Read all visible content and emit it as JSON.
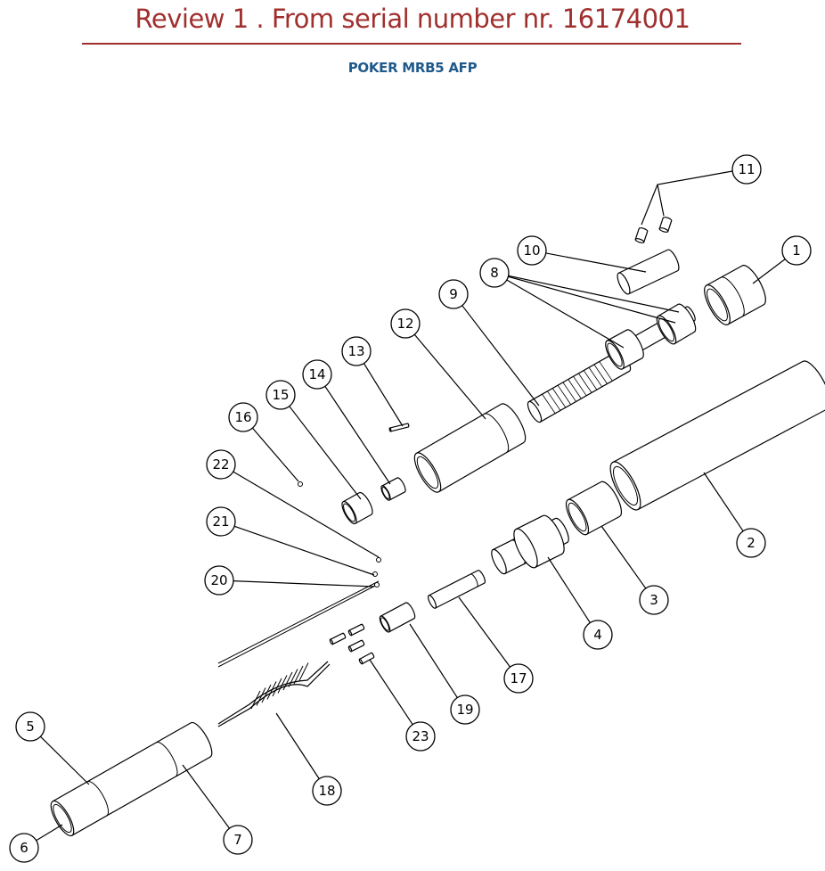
{
  "header": {
    "title": "Review 1 . From serial number nr. 16174001",
    "subtitle": "POKER MRB5 AFP"
  },
  "colors": {
    "title": "#a0302e",
    "subtitle": "#1f5a8c"
  },
  "callouts": [
    "1",
    "2",
    "3",
    "4",
    "5",
    "6",
    "7",
    "8",
    "9",
    "10",
    "11",
    "12",
    "13",
    "14",
    "15",
    "16",
    "17",
    "18",
    "19",
    "20",
    "21",
    "22",
    "23"
  ]
}
